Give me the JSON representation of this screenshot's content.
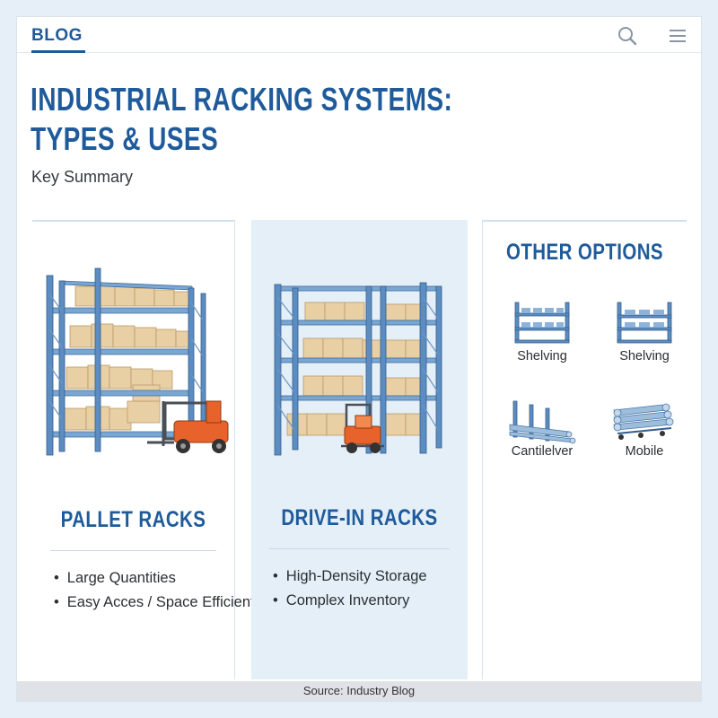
{
  "header": {
    "blog_label": "BLOG"
  },
  "article": {
    "title_line1": "INDUSTRIAL RACKING SYSTEMS:",
    "title_line2": "TYPES & USES",
    "subtitle": "Key Summary"
  },
  "columns": [
    {
      "title": "PALLET RACKS",
      "bullets": [
        "Large Quantities",
        "Easy Acces / Space Efficient"
      ]
    },
    {
      "title": "DRIVE-IN RACKS",
      "bullets": [
        "High-Density Storage",
        "Complex Inventory"
      ]
    }
  ],
  "other": {
    "title": "OTHER OPTIONS",
    "items": [
      {
        "label": "Shelving",
        "icon": "shelving-icon"
      },
      {
        "label": "Shelving",
        "icon": "shelving-icon"
      },
      {
        "label": "Cantilelver",
        "icon": "cantilever-rack-icon"
      },
      {
        "label": "Mobile",
        "icon": "mobile-rack-icon"
      }
    ]
  },
  "footer": {
    "source": "Source: Industry Blog"
  },
  "colors": {
    "brand": "#1f5b9a",
    "forklift": "#e8632b",
    "rack": "#4d7fb3",
    "box": "#e8cfa4"
  }
}
